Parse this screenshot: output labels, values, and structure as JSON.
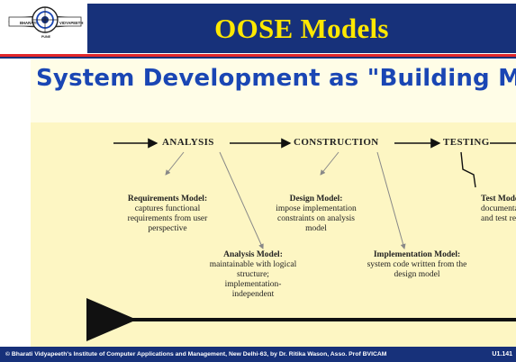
{
  "header": {
    "logo_text": "BHARATI VIDYAPEETH · PUNE",
    "title": "OOSE Models"
  },
  "slide": {
    "heading": "System Development as \"Building Models\"",
    "stages": {
      "analysis": "ANALYSIS",
      "construction": "CONSTRUCTION",
      "testing": "TESTING"
    },
    "models": {
      "requirements": {
        "title": "Requirements Model:",
        "desc": "captures functional requirements from user perspective"
      },
      "analysis": {
        "title": "Analysis Model:",
        "desc": "maintainable with logical structure; implementation-independent"
      },
      "design": {
        "title": "Design Model:",
        "desc": "impose implementation constraints on analysis model"
      },
      "implementation": {
        "title": "Implementation Model:",
        "desc": "system code written from the design model"
      },
      "test": {
        "title": "Test Mode",
        "desc": "documentat and test res"
      }
    }
  },
  "footer": {
    "text": "© Bharati Vidyapeeth's Institute of Computer Applications and Management, New Delhi-63, by Dr. Ritika Wason, Asso. Prof BVICAM",
    "page": "U1.141"
  },
  "colors": {
    "title_bar": "#17317a",
    "title_text": "#ffe800",
    "accent_red": "#e2262a",
    "slide_bg": "#fdf6c3",
    "heading_blue": "#1a46b4"
  }
}
